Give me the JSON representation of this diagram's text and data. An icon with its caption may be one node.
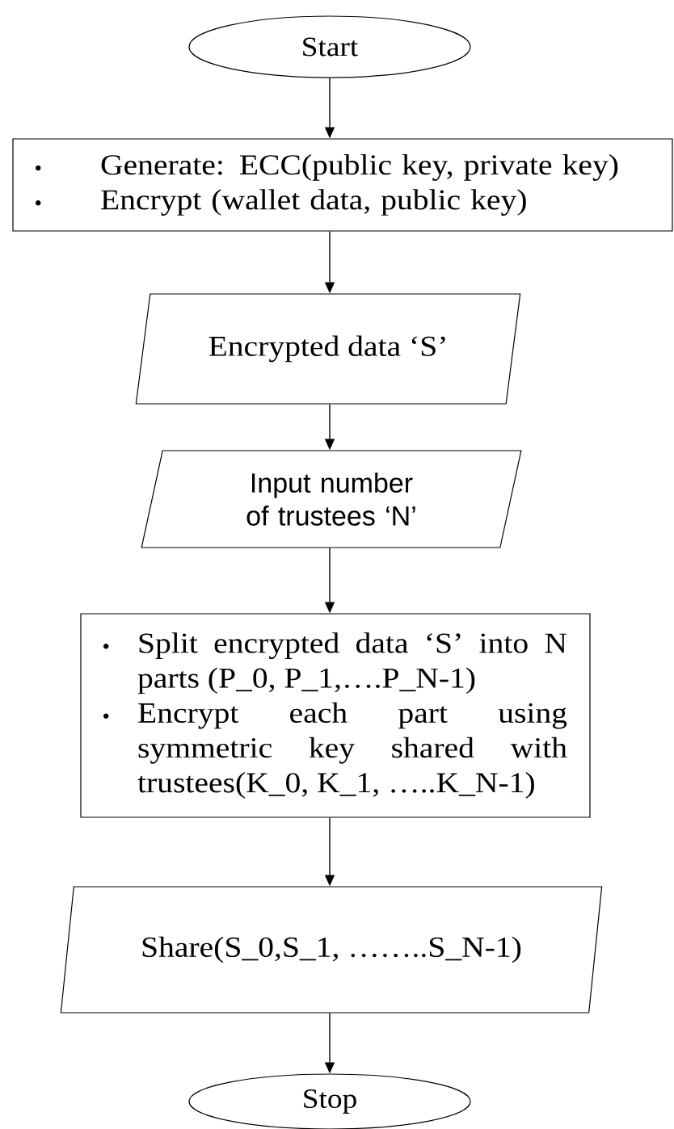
{
  "diagram": {
    "nodes": [
      {
        "text": [
          "Start"
        ]
      },
      {
        "text": [
          "Generate: ECC(public key, private key)",
          "Encrypt (wallet data, public key)"
        ]
      },
      {
        "text": [
          "Encrypted data ‘S’"
        ]
      },
      {
        "text": [
          "Input number of trustees ‘N’"
        ]
      },
      {
        "text": [
          "Split encrypted data ‘S’ into N parts (P_0, P_1,….P_N-1)",
          "Encrypt each part using symmetric key shared with trustees(K_0, K_1, …..K_N-1)"
        ]
      },
      {
        "text": [
          "Share(S_0,S_1, ……..S_N-1)"
        ]
      },
      {
        "text": [
          "Stop"
        ]
      }
    ],
    "edges": [
      {
        "from": 0,
        "to": 1,
        "arrow": "to"
      },
      {
        "from": 1,
        "to": 2,
        "arrow": "to"
      },
      {
        "from": 2,
        "to": 3,
        "arrow": "to"
      },
      {
        "from": 3,
        "to": 4,
        "arrow": "to"
      },
      {
        "from": 4,
        "to": 5,
        "arrow": "to"
      },
      {
        "from": 5,
        "to": 6,
        "arrow": "to"
      }
    ]
  }
}
